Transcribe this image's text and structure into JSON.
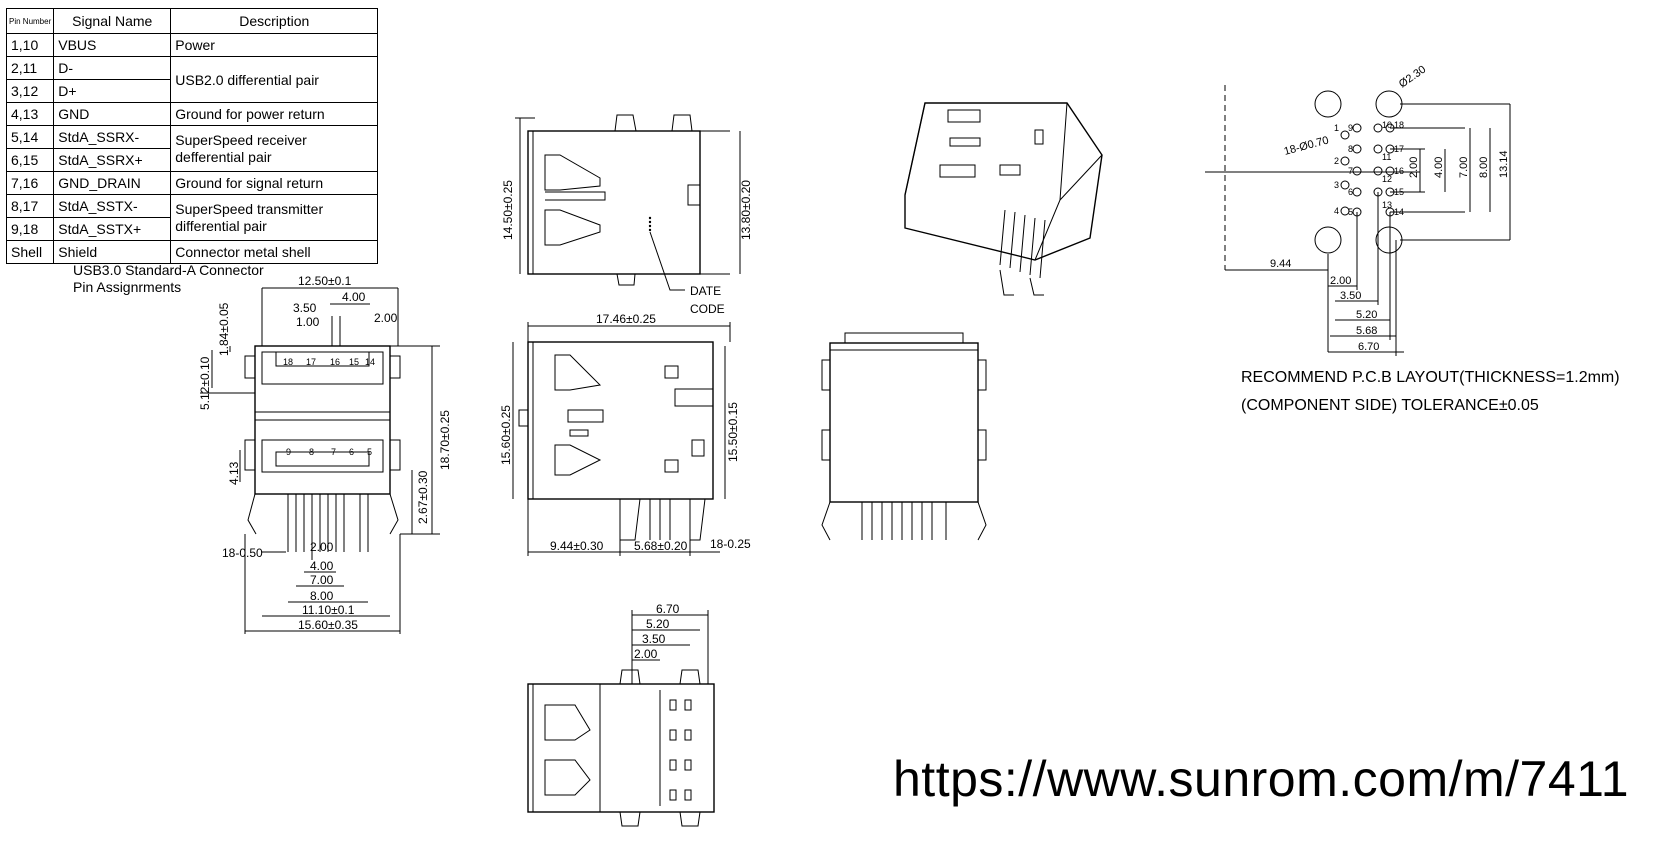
{
  "pin_table": {
    "headers": {
      "pin": "Pin Number",
      "signal": "Signal Name",
      "description": "Description"
    },
    "rows": [
      {
        "pin": "1,10",
        "signal": "VBUS",
        "desc": "Power"
      },
      {
        "pin": "2,11",
        "signal": "D-",
        "desc": "USB2.0 differential pair"
      },
      {
        "pin": "3,12",
        "signal": "D+"
      },
      {
        "pin": "4,13",
        "signal": "GND",
        "desc": "Ground for power return"
      },
      {
        "pin": "5,14",
        "signal": "StdA_SSRX-",
        "desc": "SuperSpeed receiver defferential pair"
      },
      {
        "pin": "6,15",
        "signal": "StdA_SSRX+"
      },
      {
        "pin": "7,16",
        "signal": "GND_DRAIN",
        "desc": "Ground for signal return"
      },
      {
        "pin": "8,17",
        "signal": "StdA_SSTX-",
        "desc": "SuperSpeed transmitter differential pair"
      },
      {
        "pin": "9,18",
        "signal": "StdA_SSTX+"
      },
      {
        "pin": "Shell",
        "signal": "Shield",
        "desc": "Connector metal shell"
      }
    ],
    "caption_line1": "USB3.0 Standard-A Connector",
    "caption_line2": "Pin Assignrments"
  },
  "front_view": {
    "dims": {
      "width_top": "12.50±0.1",
      "d400": "4.00",
      "d350": "3.50",
      "d100": "1.00",
      "d200": "2.00",
      "d184": "1.84±0.05",
      "d512": "5.12±0.10",
      "d413": "4.13",
      "height": "18.70±0.25",
      "d267": "2.67±0.30",
      "pin_w": "18-0.50",
      "b200": "2.00",
      "b400": "4.00",
      "b700": "7.00",
      "b800": "8.00",
      "b1110": "11.10±0.1",
      "b1560": "15.60±0.35"
    },
    "upper_pins": [
      "18",
      "17",
      "16",
      "15",
      "14"
    ],
    "lower_pins": [
      "9",
      "8",
      "7",
      "6",
      "5"
    ]
  },
  "top_view": {
    "left_dim": "14.50±0.25",
    "right_dim": "13.80±0.20",
    "date_code_1": "DATE",
    "date_code_2": "CODE"
  },
  "side_view": {
    "top_dim": "17.46±0.25",
    "left_dim": "15.60±0.25",
    "right_dim": "15.50±0.15",
    "b1": "9.44±0.30",
    "b2": "5.68±0.20",
    "b3": "18-0.25"
  },
  "bottom_view": {
    "d670": "6.70",
    "d520": "5.20",
    "d350": "3.50",
    "d200": "2.00"
  },
  "pcb_layout": {
    "hole_big": "Ø2.30",
    "hole_small": "18-Ø0.70",
    "pins_left": [
      "1",
      "2",
      "3",
      "4"
    ],
    "pins_mid": [
      "9",
      "8",
      "7",
      "6",
      "5"
    ],
    "pins_right_a": [
      "10",
      "11",
      "12",
      "13"
    ],
    "pins_right_b": [
      "18",
      "17",
      "16",
      "15",
      "14"
    ],
    "v200": "2.00",
    "v400": "4.00",
    "v700": "7.00",
    "v800": "8.00",
    "v1314": "13.14",
    "h944": "9.44",
    "h200": "2.00",
    "h350": "3.50",
    "h520": "5.20",
    "h568": "5.68",
    "h670": "6.70",
    "note_line1": "RECOMMEND P.C.B LAYOUT(THICKNESS=1.2mm)",
    "note_line2": "(COMPONENT SIDE) TOLERANCE±0.05"
  },
  "url": "https://www.sunrom.com/m/7411"
}
